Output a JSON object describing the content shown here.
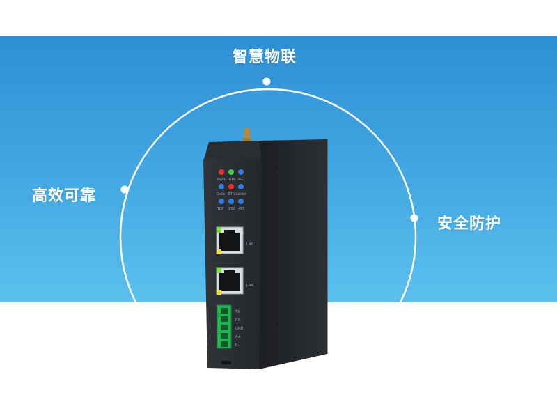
{
  "features": {
    "top": "智慧物联",
    "left": "高效可靠",
    "right": "安全防护"
  },
  "colors": {
    "banner_top": "#2f8fd4",
    "banner_bottom": "#5cc0ee",
    "arc": "#ffffff",
    "device_body": "#26292d",
    "led_red": "#e8302c",
    "led_green": "#3fd04a",
    "led_blue": "#2f7fe0",
    "terminal_green": "#20b352",
    "port_led_green": "#7de23a",
    "port_led_yellow": "#f2e23a"
  },
  "device": {
    "led_labels": [
      "PWR",
      "RUN",
      "4G",
      "Data",
      "ERR",
      "Linker",
      "TCP",
      "232",
      "485"
    ],
    "port_labels": [
      "LAN",
      "LAN"
    ],
    "terminal_labels": [
      "TX",
      "RX",
      "GND",
      "A+",
      "B-"
    ]
  }
}
